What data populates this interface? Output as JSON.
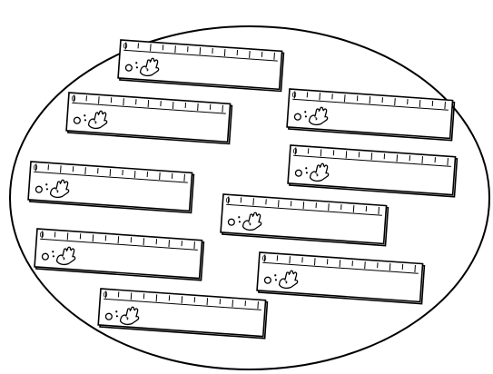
{
  "scene": {
    "description_free": true,
    "ink_color": "#000000",
    "paper_color": "#ffffff",
    "ruler_count": 9,
    "rulers": [
      {
        "zero_label": "0",
        "icon": "hand-face-icon"
      },
      {
        "zero_label": "0",
        "icon": "hand-face-icon"
      },
      {
        "zero_label": "0",
        "icon": "hand-face-icon"
      },
      {
        "zero_label": "0",
        "icon": "hand-face-icon"
      },
      {
        "zero_label": "0",
        "icon": "hand-face-icon"
      },
      {
        "zero_label": "0",
        "icon": "hand-face-icon"
      },
      {
        "zero_label": "0",
        "icon": "hand-face-icon"
      },
      {
        "zero_label": "0",
        "icon": "hand-face-icon"
      },
      {
        "zero_label": "0",
        "icon": "hand-face-icon"
      }
    ]
  }
}
